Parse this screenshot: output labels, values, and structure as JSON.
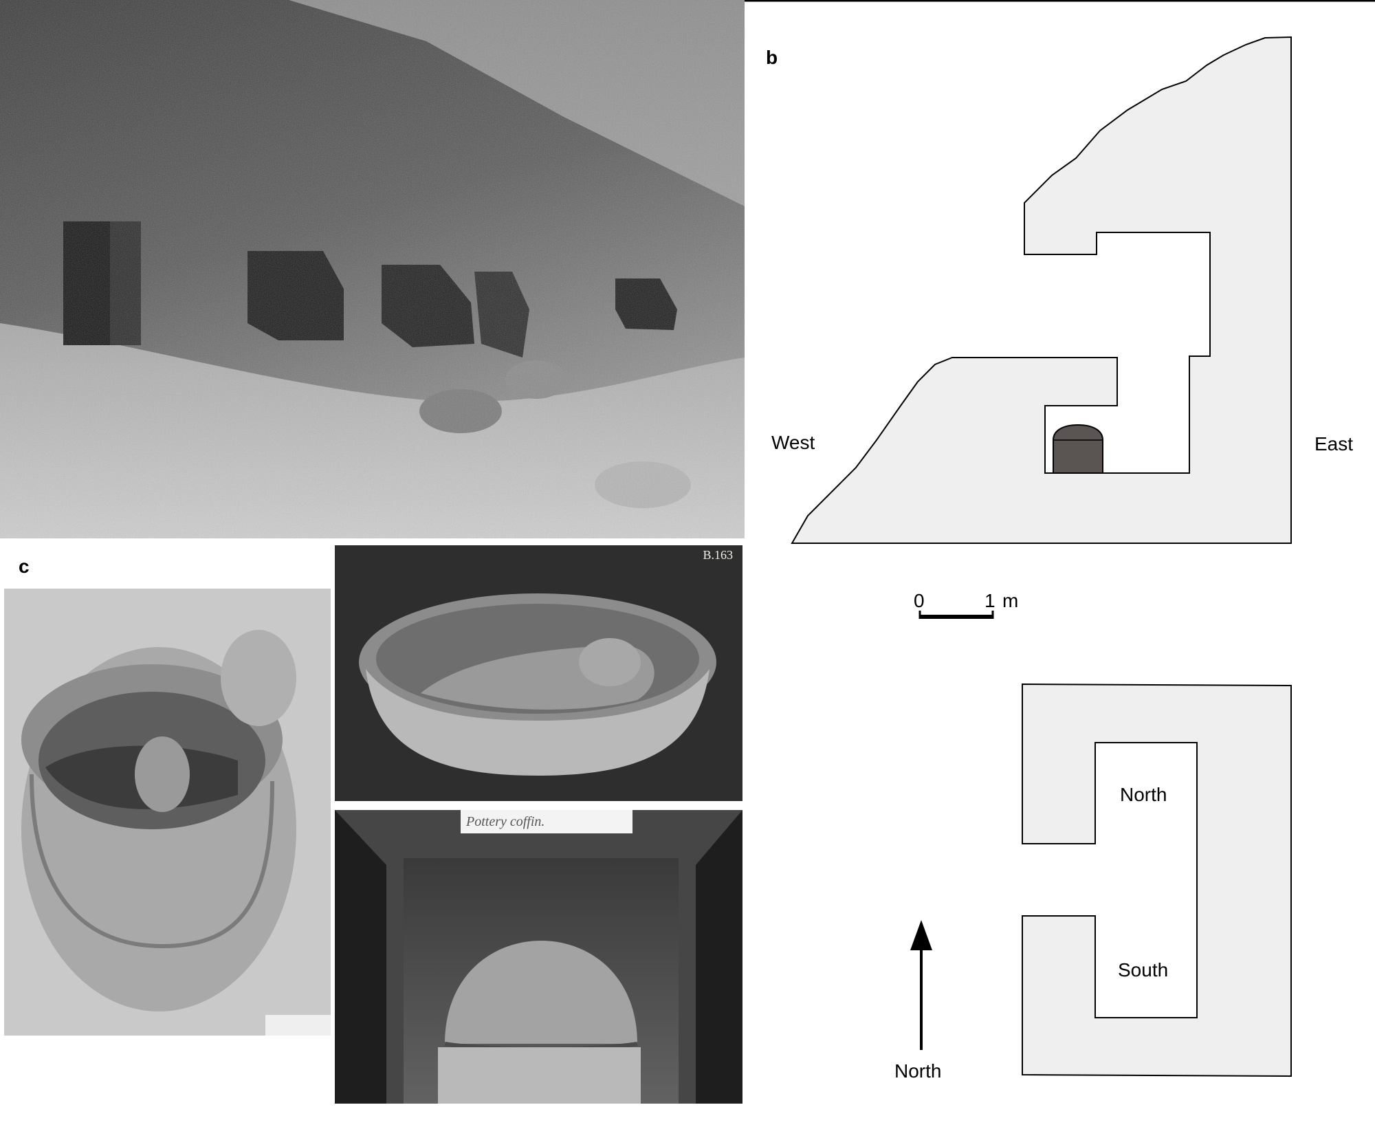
{
  "panels": {
    "a": {
      "label": ""
    },
    "b": {
      "label": "b"
    },
    "c": {
      "label": "c"
    }
  },
  "photos": {
    "coffin_label": "Pottery coffin.",
    "top_right_code": "B.163"
  },
  "plan": {
    "directions": {
      "west": "West",
      "east": "East"
    },
    "scale_bar": {
      "zero": "0",
      "one": "1",
      "unit": "m"
    },
    "lower_plan": {
      "north_chamber": "North",
      "south_chamber": "South"
    },
    "north_arrow": {
      "label": "North"
    }
  },
  "colors": {
    "wall_fill": "#efefef",
    "wall_stroke": "#000000",
    "coffin_fill": "#5a5552"
  }
}
